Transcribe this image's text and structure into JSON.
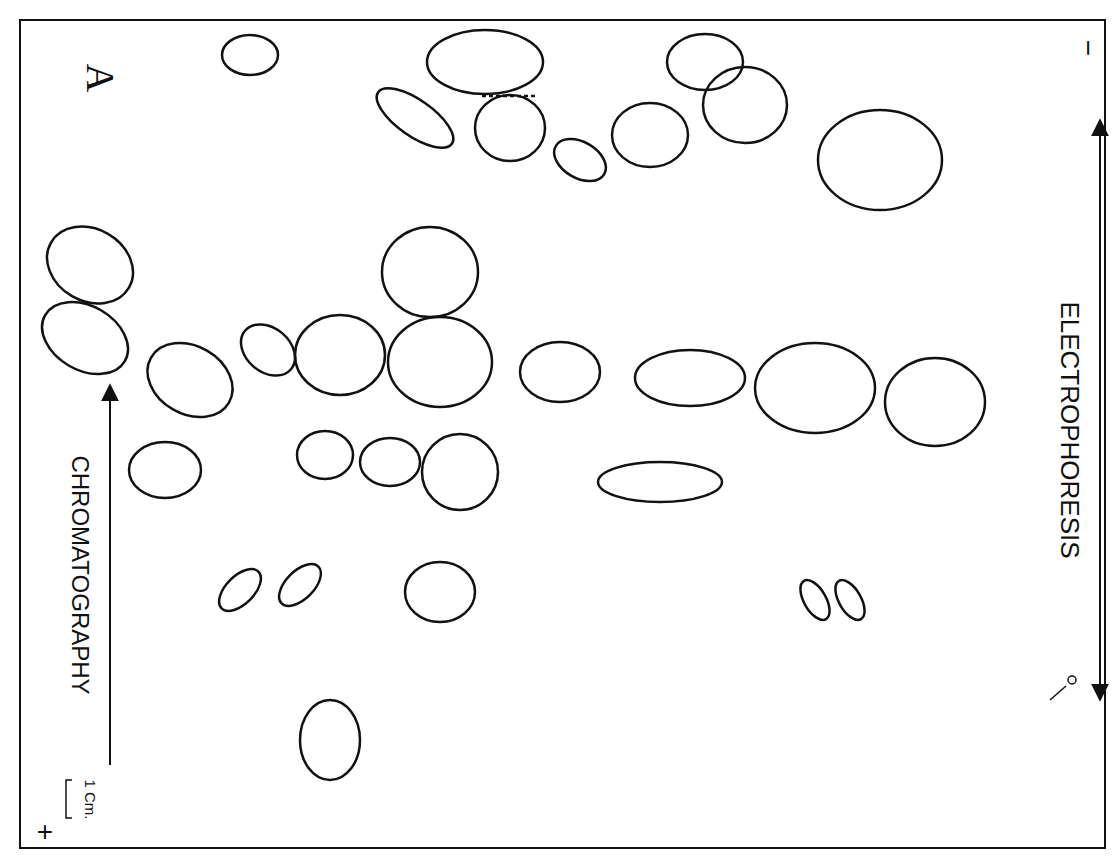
{
  "diagram": {
    "labels": [
      "A",
      "CHROMATOGRAPHY",
      "1 Cm.",
      "ELECTROPHORESIS",
      "+",
      "−"
    ]
  }
}
